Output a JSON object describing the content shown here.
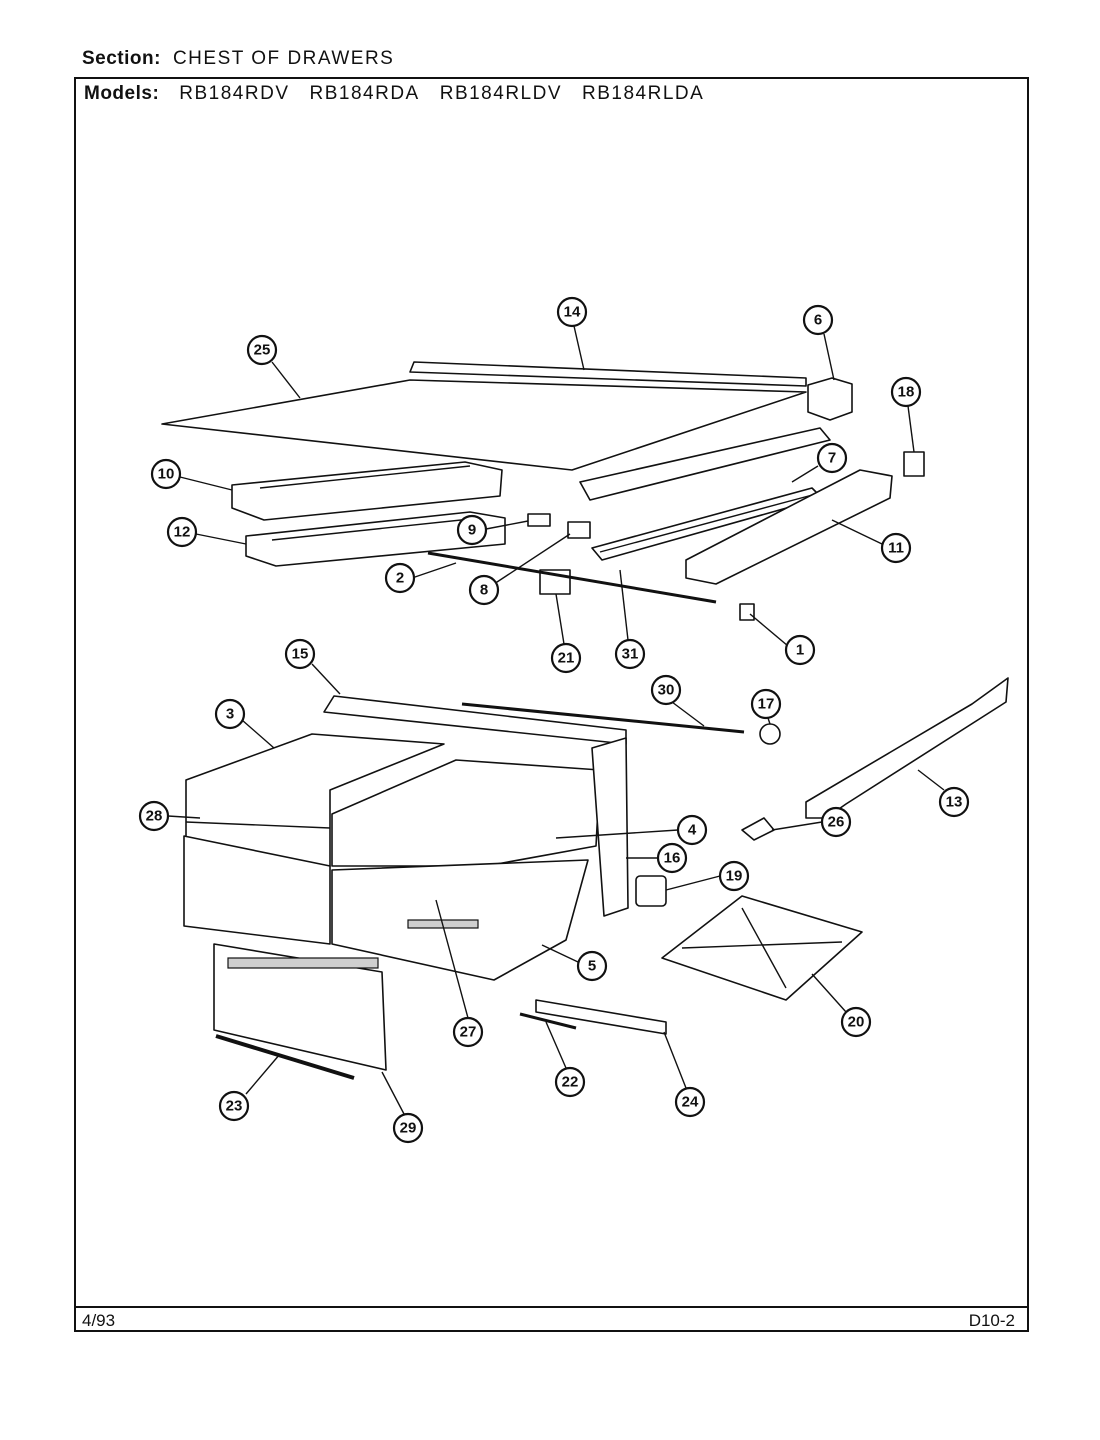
{
  "header": {
    "section_label": "Section:",
    "section_value": "CHEST OF DRAWERS",
    "models_label": "Models:",
    "models": [
      "RB184RDV",
      "RB184RDA",
      "RB184RLDV",
      "RB184RLDA"
    ]
  },
  "footer": {
    "date": "4/93",
    "page_code": "D10-2"
  },
  "callouts": [
    {
      "id": "c1",
      "label": "1"
    },
    {
      "id": "c2",
      "label": "2"
    },
    {
      "id": "c3",
      "label": "3"
    },
    {
      "id": "c4",
      "label": "4"
    },
    {
      "id": "c5",
      "label": "5"
    },
    {
      "id": "c6",
      "label": "6"
    },
    {
      "id": "c7",
      "label": "7"
    },
    {
      "id": "c8",
      "label": "8"
    },
    {
      "id": "c9",
      "label": "9"
    },
    {
      "id": "c10",
      "label": "10"
    },
    {
      "id": "c11",
      "label": "11"
    },
    {
      "id": "c12",
      "label": "12"
    },
    {
      "id": "c13",
      "label": "13"
    },
    {
      "id": "c14",
      "label": "14"
    },
    {
      "id": "c15",
      "label": "15"
    },
    {
      "id": "c16",
      "label": "16"
    },
    {
      "id": "c17",
      "label": "17"
    },
    {
      "id": "c18",
      "label": "18"
    },
    {
      "id": "c19",
      "label": "19"
    },
    {
      "id": "c20",
      "label": "20"
    },
    {
      "id": "c21",
      "label": "21"
    },
    {
      "id": "c22",
      "label": "22"
    },
    {
      "id": "c23",
      "label": "23"
    },
    {
      "id": "c24",
      "label": "24"
    },
    {
      "id": "c25",
      "label": "25"
    },
    {
      "id": "c26",
      "label": "26"
    },
    {
      "id": "c27",
      "label": "27"
    },
    {
      "id": "c28",
      "label": "28"
    },
    {
      "id": "c29",
      "label": "29"
    },
    {
      "id": "c30",
      "label": "30"
    },
    {
      "id": "c31",
      "label": "31"
    }
  ]
}
